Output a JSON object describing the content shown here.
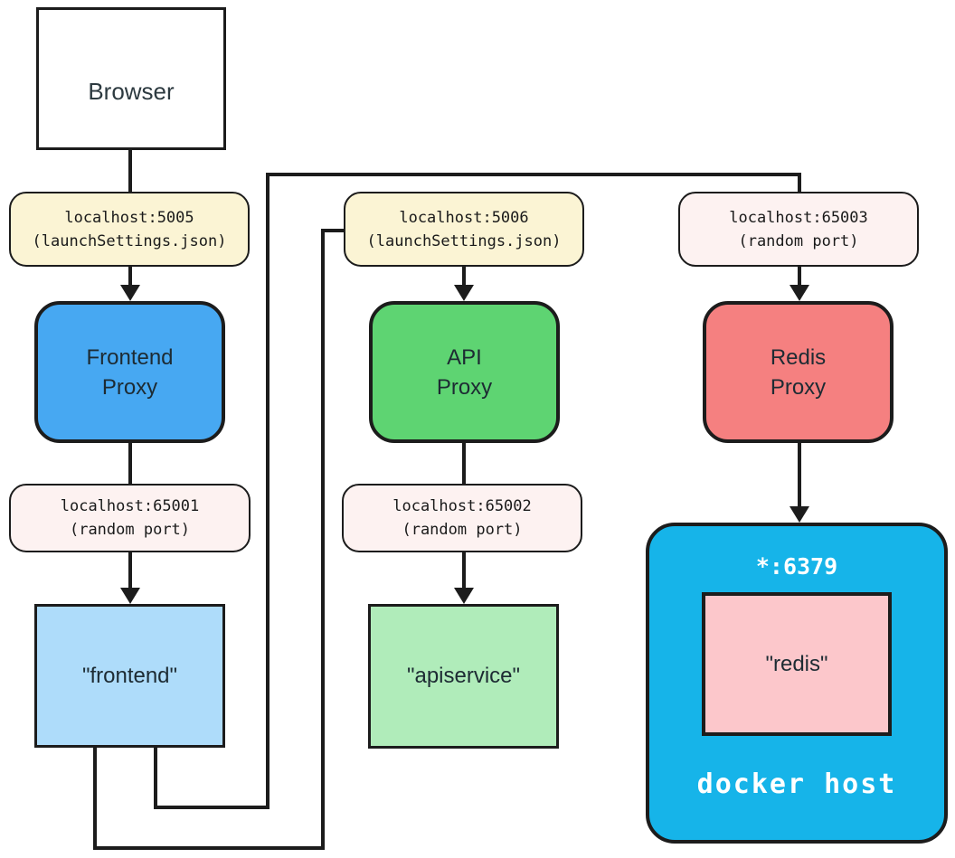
{
  "colors": {
    "background": "#ffffff",
    "stroke": "#1c1c1c",
    "browser_titlebar": "#a9d4f8",
    "frontend_proxy": "#47a8f2",
    "frontend_service": "#aedcfa",
    "api_proxy": "#5ed472",
    "api_service": "#b0ecba",
    "redis_proxy": "#f58080",
    "redis_service": "#fcc7cb",
    "docker_host": "#16b4e9",
    "settings_label_bg": "#fbf4d4",
    "random_label_bg": "#fdf2f1",
    "box_text": "#1d2b33",
    "label_text": "#1a1a1a",
    "docker_text": "#ffffff"
  },
  "nodes": {
    "browser": {
      "title": "Browser"
    },
    "frontend_proxy": {
      "line1": "Frontend",
      "line2": "Proxy"
    },
    "api_proxy": {
      "line1": "API",
      "line2": "Proxy"
    },
    "redis_proxy": {
      "line1": "Redis",
      "line2": "Proxy"
    },
    "frontend_service": {
      "label": "\"frontend\""
    },
    "api_service": {
      "label": "\"apiservice\""
    },
    "docker_host": {
      "port": "*:6379",
      "redis_service": "\"redis\"",
      "caption": "docker host"
    }
  },
  "port_labels": {
    "frontend_settings": {
      "line1": "localhost:5005",
      "line2": "(launchSettings.json)"
    },
    "api_settings": {
      "line1": "localhost:5006",
      "line2": "(launchSettings.json)"
    },
    "redis_random": {
      "line1": "localhost:65003",
      "line2": "(random port)"
    },
    "frontend_random": {
      "line1": "localhost:65001",
      "line2": "(random port)"
    },
    "api_random": {
      "line1": "localhost:65002",
      "line2": "(random port)"
    }
  }
}
